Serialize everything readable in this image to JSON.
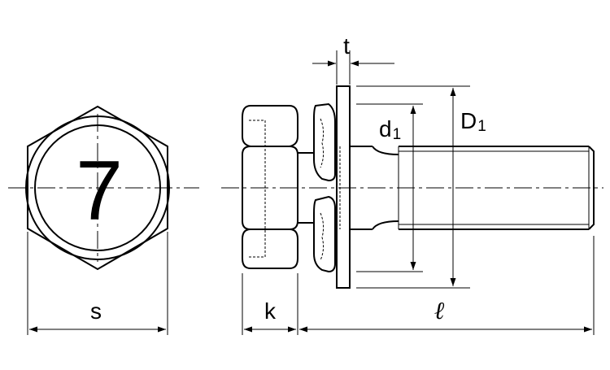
{
  "diagram": {
    "head_marking": "7",
    "dimensions": {
      "s": "s",
      "k": "k",
      "l": "ℓ",
      "t": "t",
      "d1_main": "d",
      "d1_sub": "1",
      "D1_main": "D",
      "D1_sub": "1"
    }
  }
}
